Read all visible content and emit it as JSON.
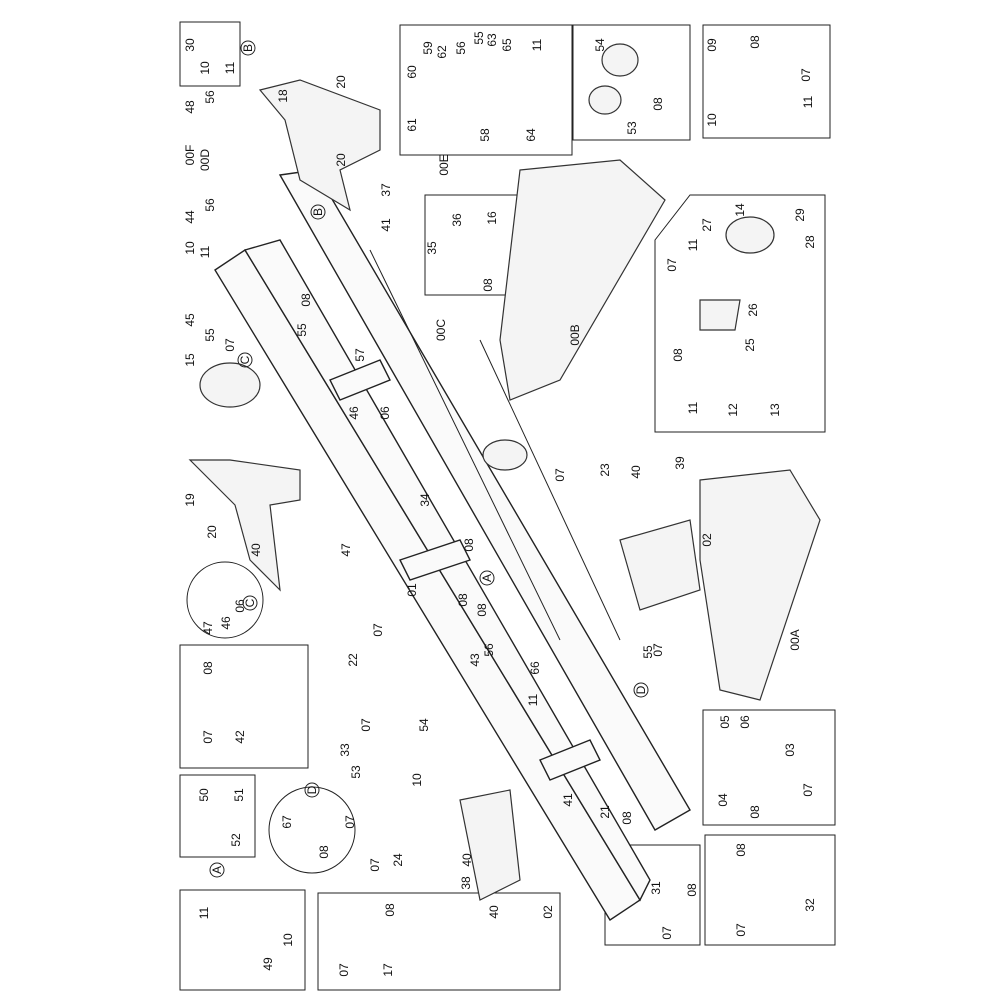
{
  "diagram": {
    "type": "exploded parts diagram",
    "callouts": [
      "30",
      "10",
      "11",
      "B",
      "18",
      "20",
      "48",
      "56",
      "00F",
      "00D",
      "20",
      "37",
      "44",
      "56",
      "B",
      "41",
      "10",
      "11",
      "45",
      "55",
      "07",
      "C",
      "55",
      "08",
      "57",
      "15",
      "46",
      "06",
      "19",
      "20",
      "40",
      "47",
      "60",
      "59",
      "62",
      "56",
      "55",
      "63",
      "65",
      "11",
      "61",
      "58",
      "64",
      "00E",
      "54",
      "53",
      "08",
      "09",
      "08",
      "07",
      "10",
      "11",
      "36",
      "16",
      "35",
      "08",
      "00C",
      "00B",
      "27",
      "14",
      "29",
      "28",
      "11",
      "07",
      "26",
      "08",
      "25",
      "11",
      "12",
      "13",
      "39",
      "07",
      "23",
      "40",
      "02",
      "00A",
      "34",
      "08",
      "A",
      "08",
      "08",
      "56",
      "43",
      "66",
      "55",
      "07",
      "D",
      "01",
      "07",
      "22",
      "07",
      "54",
      "33",
      "53",
      "10",
      "11",
      "05",
      "06",
      "03",
      "04",
      "07",
      "08",
      "21",
      "08",
      "41",
      "D",
      "67",
      "07",
      "08",
      "50",
      "51",
      "52",
      "A",
      "24",
      "07",
      "40",
      "38",
      "40",
      "02",
      "11",
      "10",
      "49",
      "08",
      "07",
      "17",
      "31",
      "08",
      "07",
      "08",
      "32",
      "07",
      "47",
      "46",
      "06",
      "C",
      "08",
      "07",
      "42"
    ]
  }
}
